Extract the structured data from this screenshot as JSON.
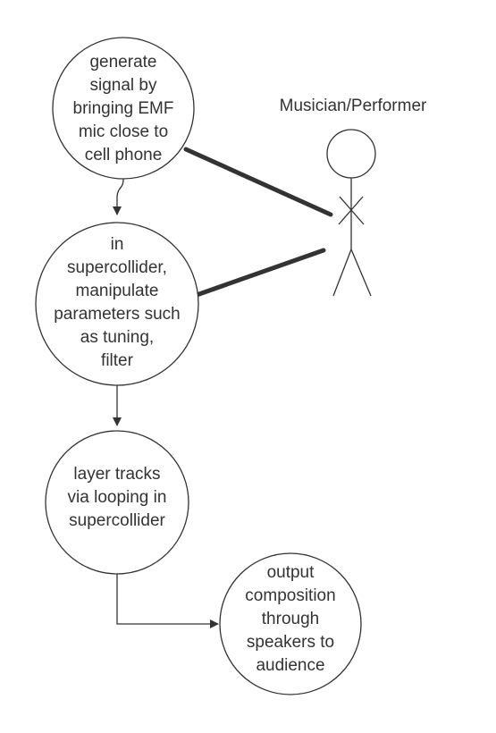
{
  "nodes": {
    "generate": {
      "lines": [
        "generate",
        "signal by",
        "bringing EMF",
        "mic close to",
        "cell phone"
      ]
    },
    "manipulate": {
      "lines": [
        "in",
        "supercollider,",
        "manipulate",
        "parameters such",
        "as tuning,",
        "filter"
      ]
    },
    "layer": {
      "lines": [
        "layer tracks",
        "via looping in",
        "supercollider"
      ]
    },
    "output": {
      "lines": [
        "output",
        "composition",
        "through",
        "speakers to",
        "audience"
      ]
    }
  },
  "actor": {
    "label": "Musician/Performer"
  },
  "edges": [
    {
      "from": "generate",
      "to": "manipulate",
      "type": "arrow"
    },
    {
      "from": "manipulate",
      "to": "layer",
      "type": "arrow"
    },
    {
      "from": "layer",
      "to": "output",
      "type": "arrow"
    },
    {
      "from": "actor",
      "to": "generate",
      "type": "association"
    },
    {
      "from": "actor",
      "to": "manipulate",
      "type": "association"
    }
  ],
  "colors": {
    "stroke": "#333333",
    "text": "#333333",
    "background": "#ffffff"
  }
}
